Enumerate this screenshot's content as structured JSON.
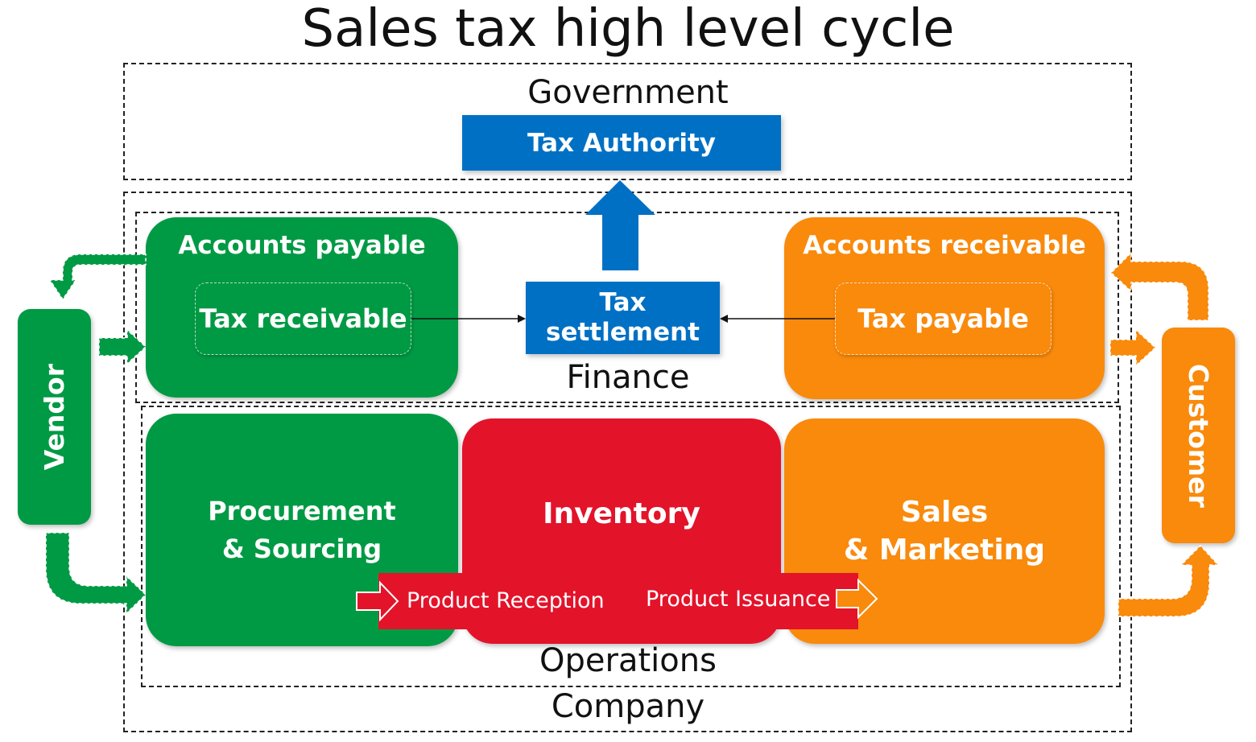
{
  "title": "Sales tax high level cycle",
  "sections": {
    "government": "Government",
    "finance": "Finance",
    "operations": "Operations",
    "company": "Company"
  },
  "boxes": {
    "tax_authority": "Tax Authority",
    "tax_settlement": "Tax\nsettlement",
    "accounts_payable": "Accounts payable",
    "tax_receivable": "Tax receivable",
    "accounts_receivable": "Accounts receivable",
    "tax_payable": "Tax payable",
    "procurement": "Procurement\n& Sourcing",
    "inventory": "Inventory",
    "sales": "Sales\n& Marketing",
    "vendor": "Vendor",
    "customer": "Customer"
  },
  "flows": {
    "product_reception": "Product Reception",
    "product_issuance": "Product Issuance"
  },
  "colors": {
    "green": "#009a44",
    "orange": "#f98a0c",
    "red": "#e3132a",
    "blue": "#0070c4"
  }
}
